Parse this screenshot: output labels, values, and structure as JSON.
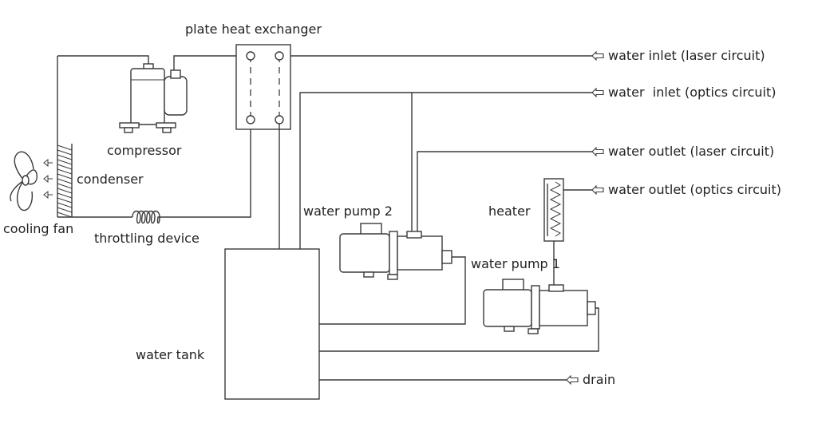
{
  "labels": {
    "plate_heat_exchanger": "plate heat exchanger",
    "compressor": "compressor",
    "condenser": "condenser",
    "cooling_fan": "cooling fan",
    "throttling_device": "throttling device",
    "water_tank": "water tank",
    "water_pump_2": "water pump 2",
    "water_pump_1": "water pump 1",
    "heater": "heater",
    "water_inlet_laser": "water inlet (laser circuit)",
    "water_inlet_optics": "water  inlet (optics circuit)",
    "water_outlet_laser": "water outlet (laser circuit)",
    "water_outlet_optics": "water outlet (optics circuit)",
    "drain": "drain"
  },
  "colors": {
    "line": "#3a3a3a",
    "text": "#222222",
    "background": "#ffffff"
  }
}
